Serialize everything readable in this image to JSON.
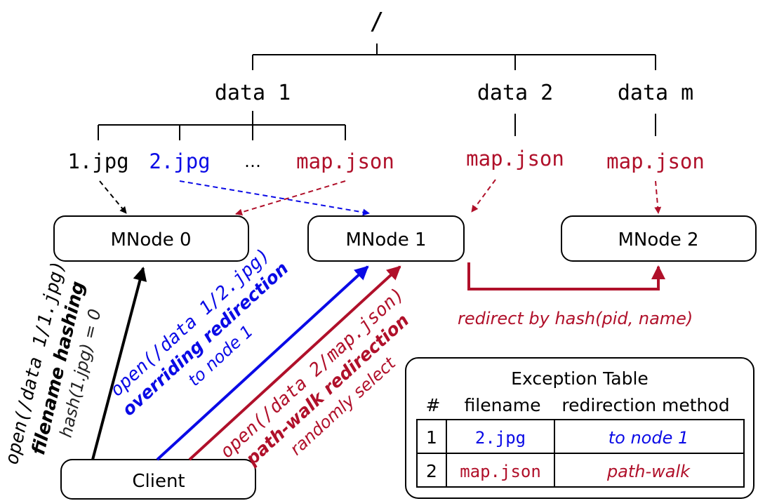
{
  "colors": {
    "black": "#000000",
    "blue": "#0a0ae6",
    "red": "#b0102a"
  },
  "tree": {
    "root": "/",
    "dirs": [
      "data 1",
      "data 2",
      "data m"
    ],
    "data1_files": [
      "1.jpg",
      "2.jpg",
      "…",
      "map.json"
    ],
    "data2_file": "map.json",
    "datam_file": "map.json"
  },
  "nodes": [
    "MNode 0",
    "MNode 1",
    "MNode 2",
    "Client"
  ],
  "redirect_label": "redirect by hash(pid, name)",
  "requests": {
    "r1": {
      "line1": "open(/data 1/1.jpg)",
      "line2": "filename hashing",
      "line3": "hash(1.jpg) = 0"
    },
    "r2": {
      "line1": "open(/data 1/2.jpg)",
      "line2": "overriding redirection",
      "line3": "to node 1"
    },
    "r3": {
      "line1": "open(/data 2/map.json)",
      "line2": "path-walk redirection",
      "line3": "randomly select"
    }
  },
  "exception_table": {
    "title": "Exception Table",
    "headers": [
      "#",
      "filename",
      "redirection method"
    ],
    "rows": [
      {
        "num": "1",
        "filename": "2.jpg",
        "method": "to node 1"
      },
      {
        "num": "2",
        "filename": "map.json",
        "method": "path-walk"
      }
    ]
  }
}
